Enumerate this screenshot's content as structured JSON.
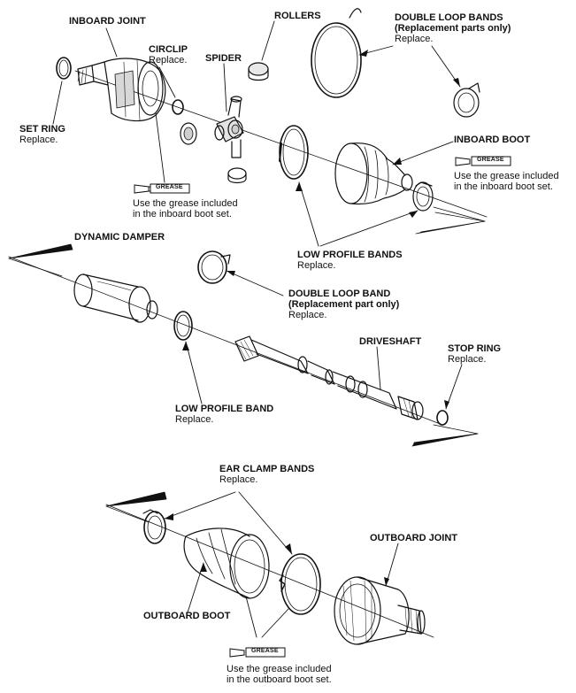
{
  "labels": {
    "inboard_joint": "INBOARD JOINT",
    "circlip": "CIRCLIP",
    "circlip_note": "Replace.",
    "spider": "SPIDER",
    "rollers": "ROLLERS",
    "double_loop_bands": "DOUBLE LOOP BANDS",
    "double_loop_bands_sub": "(Replacement parts only)",
    "double_loop_bands_note": "Replace.",
    "set_ring": "SET RING",
    "set_ring_note": "Replace.",
    "inboard_boot": "INBOARD BOOT",
    "inboard_boot_grease_1": "Use the grease included",
    "inboard_boot_grease_2": "in the inboard boot set.",
    "inboard_joint_grease_1": "Use the grease included",
    "inboard_joint_grease_2": "in the inboard boot set.",
    "low_profile_bands": "LOW PROFILE BANDS",
    "low_profile_bands_note": "Replace.",
    "dynamic_damper": "DYNAMIC DAMPER",
    "double_loop_band": "DOUBLE LOOP BAND",
    "double_loop_band_sub": "(Replacement part only)",
    "double_loop_band_note": "Replace.",
    "driveshaft": "DRIVESHAFT",
    "stop_ring": "STOP RING",
    "stop_ring_note": "Replace.",
    "low_profile_band": "LOW PROFILE BAND",
    "low_profile_band_note": "Replace.",
    "ear_clamp_bands": "EAR CLAMP BANDS",
    "ear_clamp_bands_note": "Replace.",
    "outboard_joint": "OUTBOARD JOINT",
    "outboard_boot": "OUTBOARD BOOT",
    "outboard_grease_1": "Use the grease included",
    "outboard_grease_2": "in the outboard boot set.",
    "grease_tube": "GREASE"
  }
}
